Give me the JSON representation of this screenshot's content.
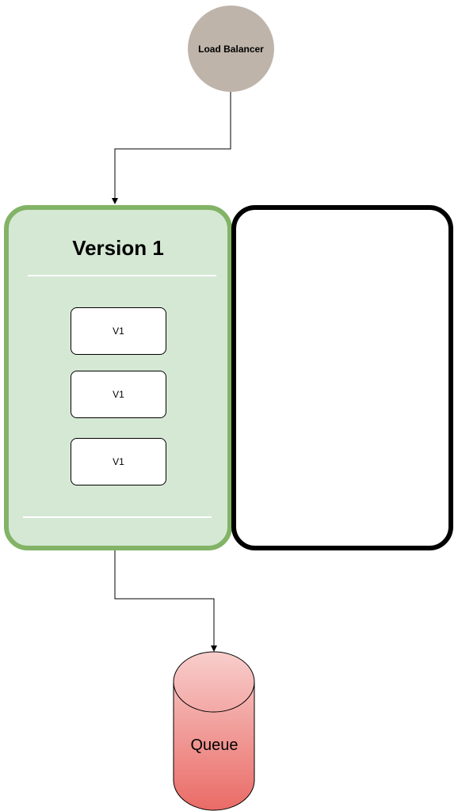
{
  "load_balancer": {
    "label": "Load Balancer",
    "color": "#bfb4aa"
  },
  "version_group": {
    "title": "Version 1",
    "fill_color": "#d5e8d4",
    "border_color": "#82b366",
    "instances": [
      {
        "label": "V1"
      },
      {
        "label": "V1"
      },
      {
        "label": "V1"
      }
    ]
  },
  "empty_group": {
    "border_color": "#000000"
  },
  "queue": {
    "label": "Queue",
    "gradient_top": "#f8cecc",
    "gradient_bottom": "#ea6b66"
  }
}
